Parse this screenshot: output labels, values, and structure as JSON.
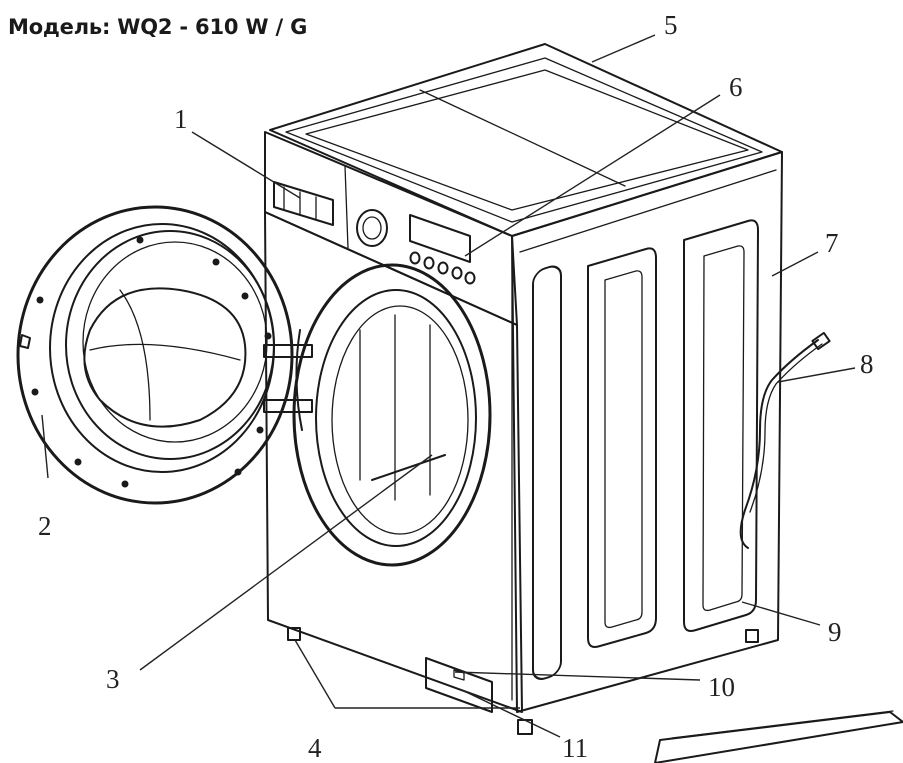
{
  "title": "Модель: WQ2 - 610 W / G",
  "callouts": {
    "c1": "1",
    "c2": "2",
    "c3": "3",
    "c4": "4",
    "c5": "5",
    "c6": "6",
    "c7": "7",
    "c8": "8",
    "c9": "9",
    "c10": "10",
    "c11": "11"
  }
}
